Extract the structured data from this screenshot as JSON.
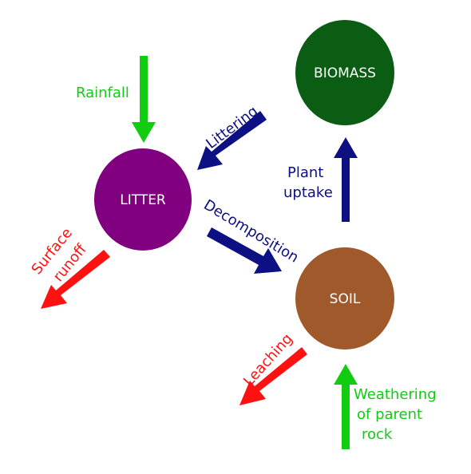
{
  "nodes": {
    "biomass": {
      "label": "BIOMASS",
      "color": "#0b5d13"
    },
    "litter": {
      "label": "LITTER",
      "color": "#800080"
    },
    "soil": {
      "label": "SOIL",
      "color": "#a0592a"
    }
  },
  "flows": {
    "rainfall": {
      "label": "Rainfall",
      "color": "#11cc11"
    },
    "littering": {
      "label": "Littering",
      "color": "#0c1082"
    },
    "decomposition": {
      "label": "Decomposition",
      "color": "#0c1082"
    },
    "plant_uptake": {
      "label_line1": "Plant",
      "label_line2": "uptake",
      "color": "#0c1082"
    },
    "surface_runoff": {
      "label_line1": "Surface",
      "label_line2": "runoff",
      "color": "#ff1111"
    },
    "leaching": {
      "label": "Leaching",
      "color": "#ff1111"
    },
    "weathering": {
      "label_line1": "Weathering",
      "label_line2": "of parent",
      "label_line3": "rock",
      "color": "#11cc11"
    }
  }
}
